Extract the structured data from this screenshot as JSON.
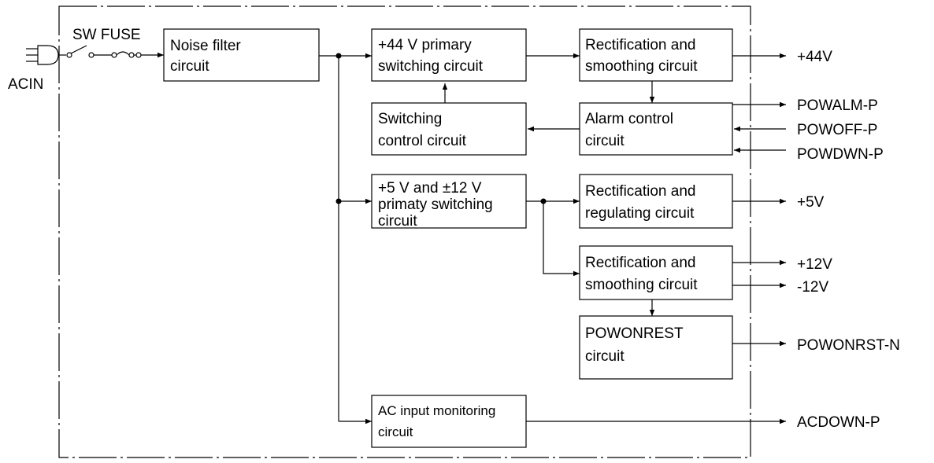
{
  "input": {
    "acin_label": "ACIN",
    "sw_fuse_label": "SW FUSE"
  },
  "blocks": {
    "noise_filter": [
      "Noise filter",
      "circuit"
    ],
    "primary_44": [
      "+44 V primary",
      "switching circuit"
    ],
    "rect_smooth_44": [
      "Rectification and",
      "smoothing circuit"
    ],
    "switching_control": [
      "Switching",
      "control circuit"
    ],
    "alarm_control": [
      "Alarm control",
      "circuit"
    ],
    "primary_5_12": [
      "+5 V and ±12 V",
      "primaty switching",
      "circuit"
    ],
    "rect_reg_5": [
      "Rectification and",
      "regulating circuit"
    ],
    "rect_smooth_12": [
      "Rectification and",
      "smoothing circuit"
    ],
    "powonrest": [
      "POWONREST",
      "circuit"
    ],
    "ac_monitor": [
      "AC input monitoring",
      "circuit"
    ]
  },
  "outputs": {
    "v44": "+44V",
    "powalm": "POWALM-P",
    "powoff": "POWOFF-P",
    "powdwn": "POWDWN-P",
    "v5": "+5V",
    "v12p": "+12V",
    "v12n": "-12V",
    "powonrst": "POWONRST-N",
    "acdown": "ACDOWN-P"
  }
}
